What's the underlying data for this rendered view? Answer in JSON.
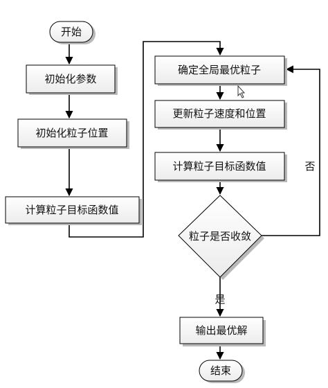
{
  "colors": {
    "box_fill_top": "#ffffff",
    "box_fill_bottom": "#eeeeee",
    "stroke": "#000000",
    "shadow": "#b9b9b9"
  },
  "nodes": {
    "start": "开始",
    "init_params": "初始化参数",
    "init_positions": "初始化粒子位置",
    "compute_fitness_left": "计算粒子目标函数值",
    "find_global_best": "确定全局最优粒子",
    "update_velocity_position": "更新粒子速度和位置",
    "compute_fitness_right": "计算粒子目标函数值",
    "converged_decision": "粒子是否收敛",
    "output_best": "输出最优解",
    "end": "结束"
  },
  "edge_labels": {
    "no": "否",
    "yes": "是"
  }
}
